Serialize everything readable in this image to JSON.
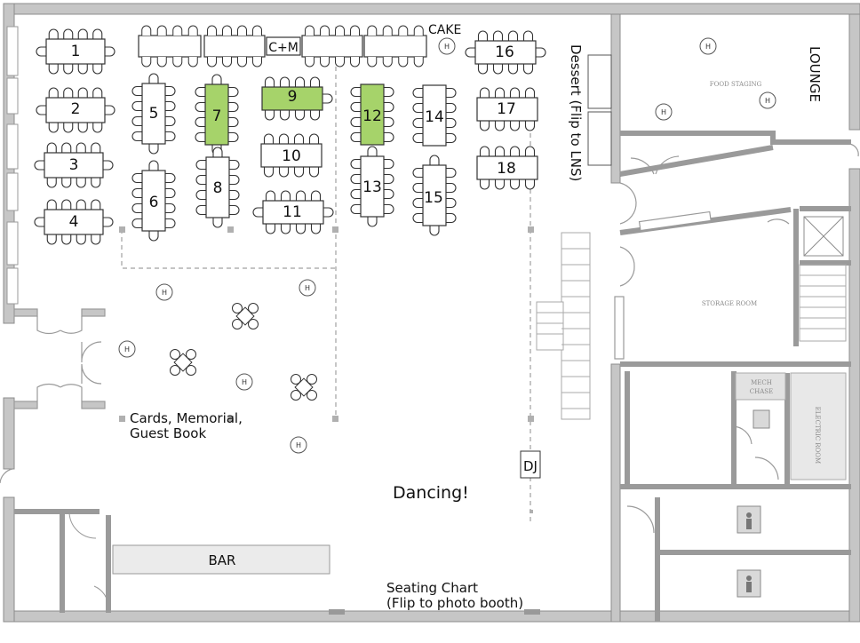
{
  "tables": {
    "t1": "1",
    "t2": "2",
    "t3": "3",
    "t4": "4",
    "t5": "5",
    "t6": "6",
    "t7": "7",
    "t8": "8",
    "t9": "9",
    "t10": "10",
    "t11": "11",
    "t12": "12",
    "t13": "13",
    "t14": "14",
    "t15": "15",
    "t16": "16",
    "t17": "17",
    "t18": "18"
  },
  "highlight_color": "#a6d36a",
  "labels": {
    "cm": "C+M",
    "cake": "CAKE",
    "dessert": "Dessert (Flip to LNS)",
    "lounge": "LOUNGE",
    "food_staging": "FOOD STAGING",
    "storage_room": "STORAGE ROOM",
    "mech_chase_1": "MECH",
    "mech_chase_2": "CHASE",
    "electric_room": "ELECTRIC ROOM",
    "cards_1": "Cards, Memorial,",
    "cards_2": "Guest Book",
    "dj": "DJ",
    "dancing": "Dancing!",
    "bar": "BAR",
    "seating_1": "Seating Chart",
    "seating_2": "(Flip to photo booth)"
  },
  "heater_marker": "H"
}
